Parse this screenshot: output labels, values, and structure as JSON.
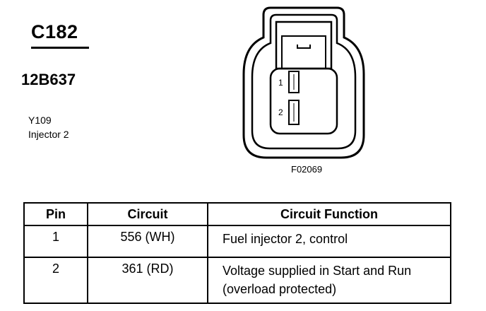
{
  "connector": {
    "id": "C182",
    "part_number": "12B637",
    "location_code": "Y109",
    "component": "Injector 2",
    "figure_id": "F02069",
    "pin_labels": [
      "1",
      "2"
    ]
  },
  "table": {
    "headers": [
      "Pin",
      "Circuit",
      "Circuit Function"
    ],
    "rows": [
      {
        "pin": "1",
        "circuit": "556 (WH)",
        "function": "Fuel injector 2, control"
      },
      {
        "pin": "2",
        "circuit": "361 (RD)",
        "function": "Voltage supplied in Start and Run (overload protected)"
      }
    ]
  }
}
